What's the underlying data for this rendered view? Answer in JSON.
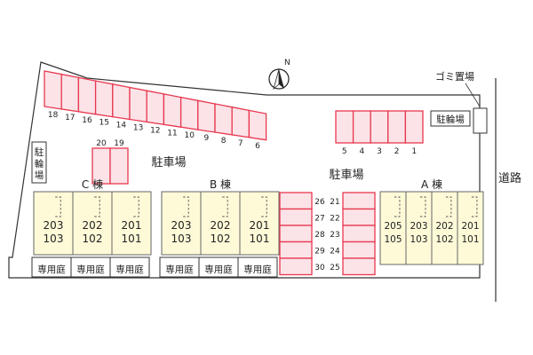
{
  "map": {
    "north_label": "N",
    "road_label": "道路",
    "garbage_label": "ゴミ置場",
    "bicycle_parking_label": "駐輪場",
    "parking_labels": [
      "駐車場",
      "駐車場"
    ],
    "top_left_row_numbers": [
      "18",
      "17",
      "16",
      "15",
      "14",
      "13",
      "12",
      "11",
      "10",
      "9",
      "8",
      "7",
      "6"
    ],
    "top_right_row_numbers": [
      "5",
      "4",
      "3",
      "2",
      "1"
    ],
    "small_pair_numbers": [
      "20",
      "19"
    ],
    "middle_left_column_numbers": [
      "26",
      "27",
      "28",
      "29",
      "30"
    ],
    "middle_right_column_numbers": [
      "21",
      "22",
      "23",
      "24",
      "25"
    ],
    "buildings": [
      {
        "name": "C 棟",
        "units": [
          {
            "top": "203",
            "bottom": "103"
          },
          {
            "top": "202",
            "bottom": "102"
          },
          {
            "top": "201",
            "bottom": "101"
          }
        ],
        "gardens": [
          "専用庭",
          "専用庭",
          "専用庭"
        ]
      },
      {
        "name": "B 棟",
        "units": [
          {
            "top": "203",
            "bottom": "103"
          },
          {
            "top": "202",
            "bottom": "102"
          },
          {
            "top": "201",
            "bottom": "101"
          }
        ],
        "gardens": [
          "専用庭",
          "専用庭",
          "専用庭"
        ]
      },
      {
        "name": "A 棟",
        "units": [
          {
            "top": "205",
            "bottom": "105"
          },
          {
            "top": "203",
            "bottom": "103"
          },
          {
            "top": "202",
            "bottom": "102"
          },
          {
            "top": "201",
            "bottom": "101"
          }
        ]
      }
    ],
    "colors": {
      "parking_stroke": "#e8384f",
      "parking_fill": "#fbe3e8",
      "building_fill": "#fefad8"
    }
  }
}
